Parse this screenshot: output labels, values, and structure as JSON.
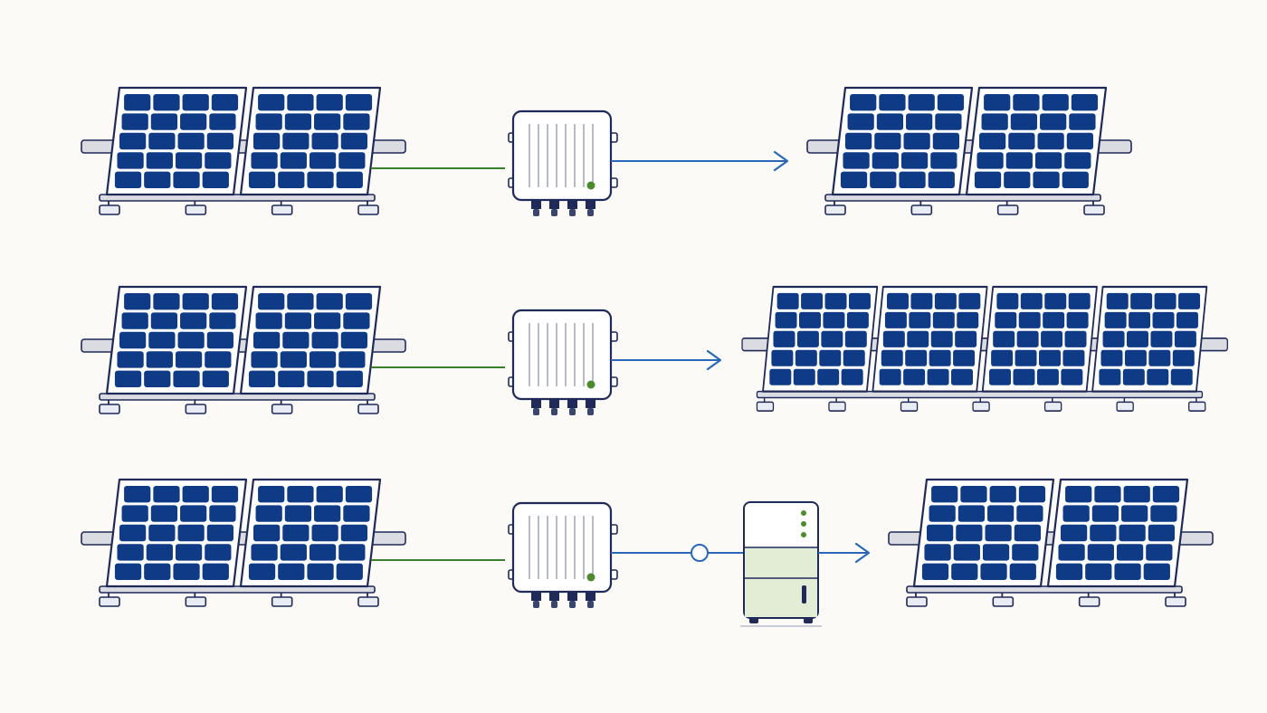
{
  "colors": {
    "background": "#FBFAF7",
    "outline": "#1F2A58",
    "cell": "#0F3B86",
    "frame_fill": "#FFFFFF",
    "rail_fill": "#DADCE2",
    "foot_fill": "#E9ECF2",
    "dc_wire": "#3A7F2E",
    "ac_wire": "#2A67B8",
    "led": "#4B8B2E",
    "battery_fill": "#E3EDD6"
  },
  "icons": {
    "panel": "solar-panel-icon",
    "inverter": "inverter-icon",
    "battery": "battery-storage-icon",
    "arrow": "arrow-right-icon",
    "node": "junction-node-icon"
  },
  "rows": [
    {
      "id": "row-1",
      "source_panels": 2,
      "target_panels": 2,
      "has_battery": false
    },
    {
      "id": "row-2",
      "source_panels": 2,
      "target_panels": 4,
      "has_battery": false
    },
    {
      "id": "row-3",
      "source_panels": 2,
      "target_panels": 2,
      "has_battery": true
    }
  ]
}
